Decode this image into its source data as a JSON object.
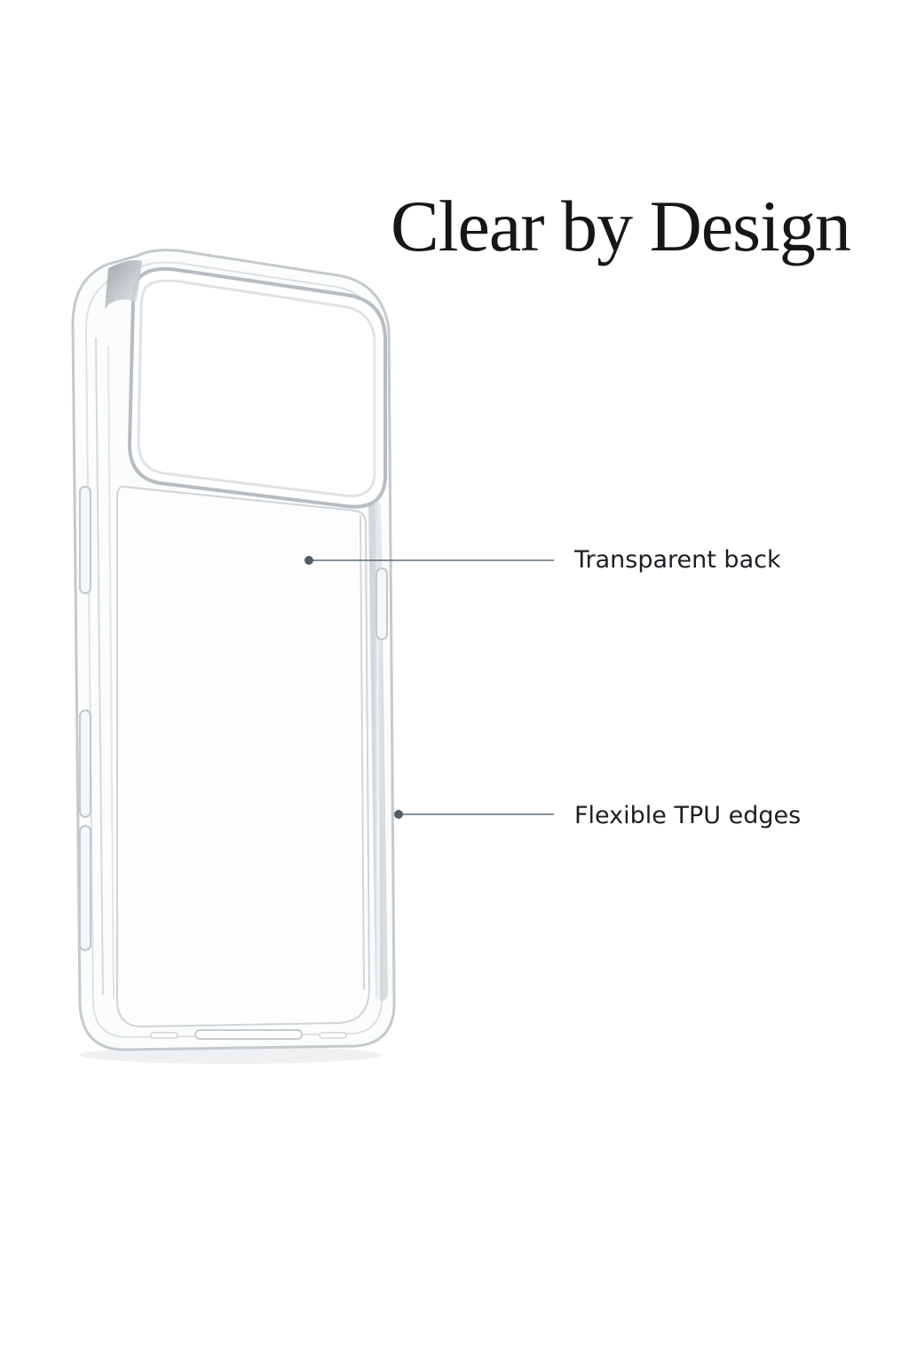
{
  "headline": "Clear by Design",
  "callouts": [
    {
      "label": "Transparent back"
    },
    {
      "label": "Flexible TPU edges"
    }
  ],
  "icons": {
    "product": "clear-phone-case-illustration",
    "marker": "callout-dot-icon"
  },
  "colors": {
    "background": "#ffffff",
    "headline_text": "#14171a",
    "label_text": "#1b1f23",
    "leader_line": "#5b6b76",
    "case_edge": "#c8cdd2",
    "case_shadow": "#9aa1a8"
  }
}
